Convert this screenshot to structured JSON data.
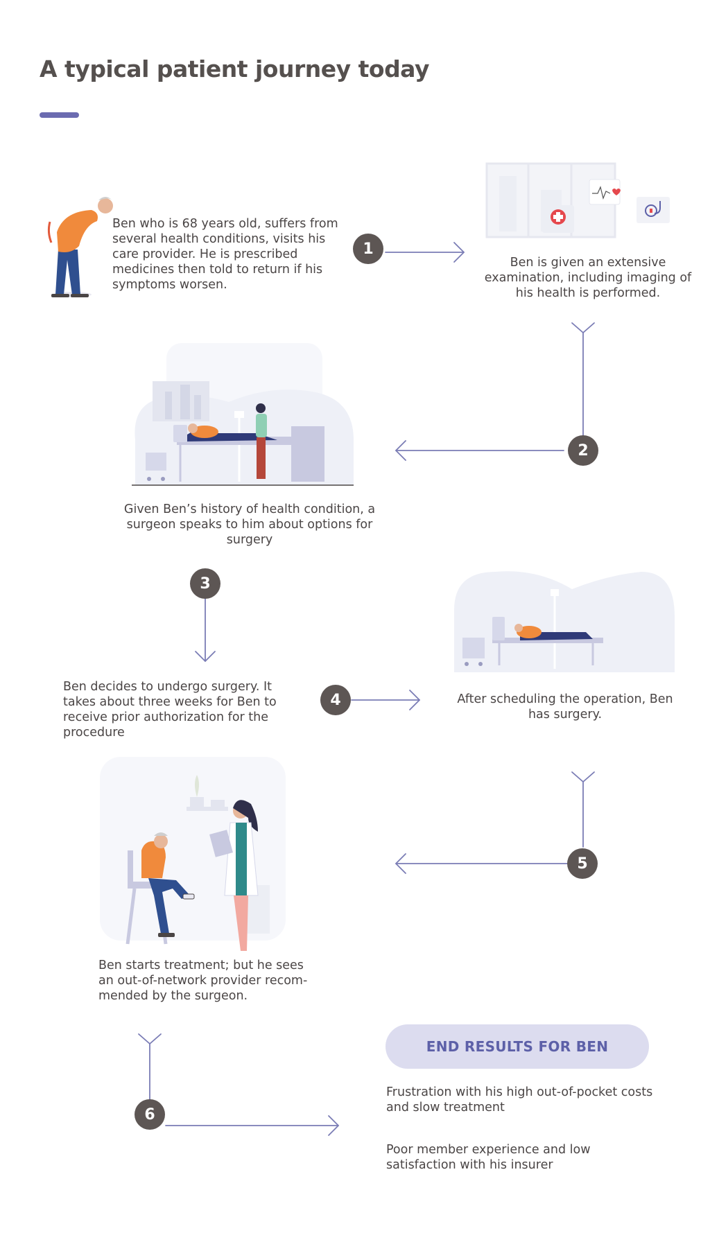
{
  "title": "A typical patient journey today",
  "colors": {
    "accent": "#6b6bb0",
    "badge": "#5d5654",
    "connector": "#7a7cb5",
    "pill_bg": "#dcdcef",
    "pill_text": "#5d60a8",
    "orange": "#f08a3c",
    "navy": "#2f3a78"
  },
  "steps": [
    {
      "number": "1",
      "text": "Ben who is 68 years old, suffers from several health conditions, visits his care provider. He is prescribed medicines then told to return if his symptoms worsen.",
      "result": "Ben is given an extensive examination, including imaging of his health is performed."
    },
    {
      "number": "2",
      "text": "Given Ben’s history of health condition, a surgeon speaks to him about options for surgery"
    },
    {
      "number": "3",
      "text": "Ben decides to undergo surgery. It takes about three weeks for Ben to receive prior authorization for the procedure"
    },
    {
      "number": "4",
      "text": "After scheduling the operation, Ben has surgery."
    },
    {
      "number": "5",
      "text": "Ben starts treatment; but he sees an out-of-network provider recom- mended by the surgeon."
    },
    {
      "number": "6"
    }
  ],
  "end_results": {
    "title": "END RESULTS FOR BEN",
    "items": [
      "Frustration with his high out-of-pocket costs and slow treatment",
      "Poor member experience and low satisfaction with his insurer"
    ]
  },
  "icons": [
    "old-man-back-pain-icon",
    "clinic-monitor-icon",
    "heart-rate-icon",
    "medical-cross-icon",
    "stethoscope-icon",
    "hospital-bed-scene-icon",
    "surgery-bed-icon",
    "doctor-consult-icon"
  ]
}
